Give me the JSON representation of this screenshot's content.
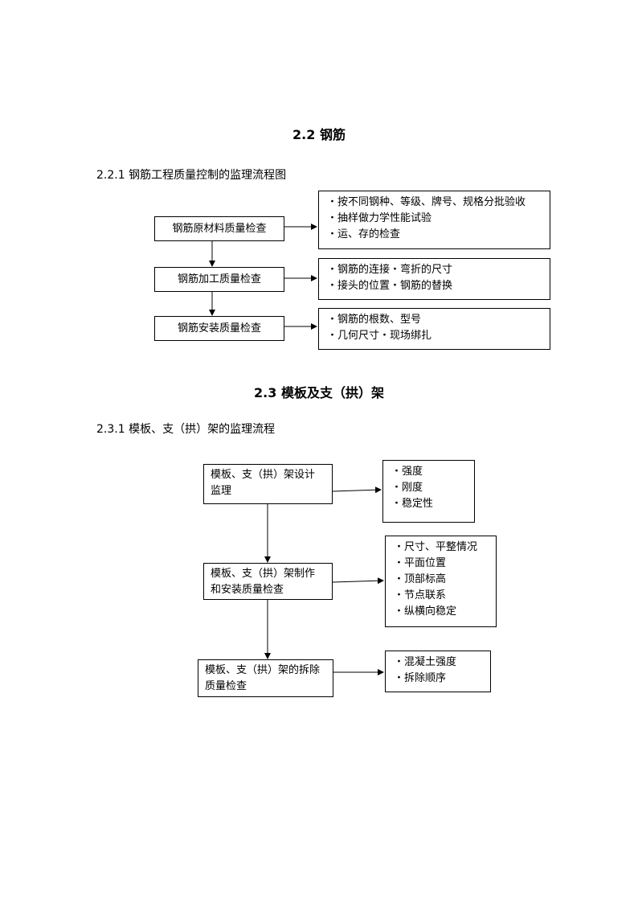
{
  "section_2_2": {
    "title": "2.2  钢筋",
    "subtitle": "2.2.1  钢筋工程质量控制的监理流程图",
    "steps": [
      {
        "label": "钢筋原材料质量检查",
        "items": [
          "・按不同钢种、等级、牌号、规格分批验收",
          "・抽样做力学性能试验",
          "・运、存的检查"
        ]
      },
      {
        "label": "钢筋加工质量检查",
        "items": [
          "・钢筋的连接・弯折的尺寸",
          "・接头的位置・钢筋的替换"
        ]
      },
      {
        "label": "钢筋安装质量检查",
        "items": [
          "・钢筋的根数、型号",
          "・几何尺寸・现场绑扎"
        ]
      }
    ]
  },
  "section_2_3": {
    "title": "2.3  模板及支（拱）架",
    "subtitle": "2.3.1  模板、支（拱）架的监理流程",
    "steps": [
      {
        "label_lines": [
          "模板、支（拱）架设计",
          "监理"
        ],
        "items": [
          "・强度",
          "・刚度",
          "・稳定性"
        ]
      },
      {
        "label_lines": [
          "模板、支（拱）架制作",
          "和安装质量检查"
        ],
        "items": [
          "・尺寸、平整情况",
          "・平面位置",
          "・顶部标高",
          "・节点联系",
          "・纵横向稳定"
        ]
      },
      {
        "label_lines": [
          "模板、支（拱）架的拆除",
          "质量检查"
        ],
        "items": [
          "・混凝土强度",
          "・拆除顺序"
        ]
      }
    ]
  }
}
